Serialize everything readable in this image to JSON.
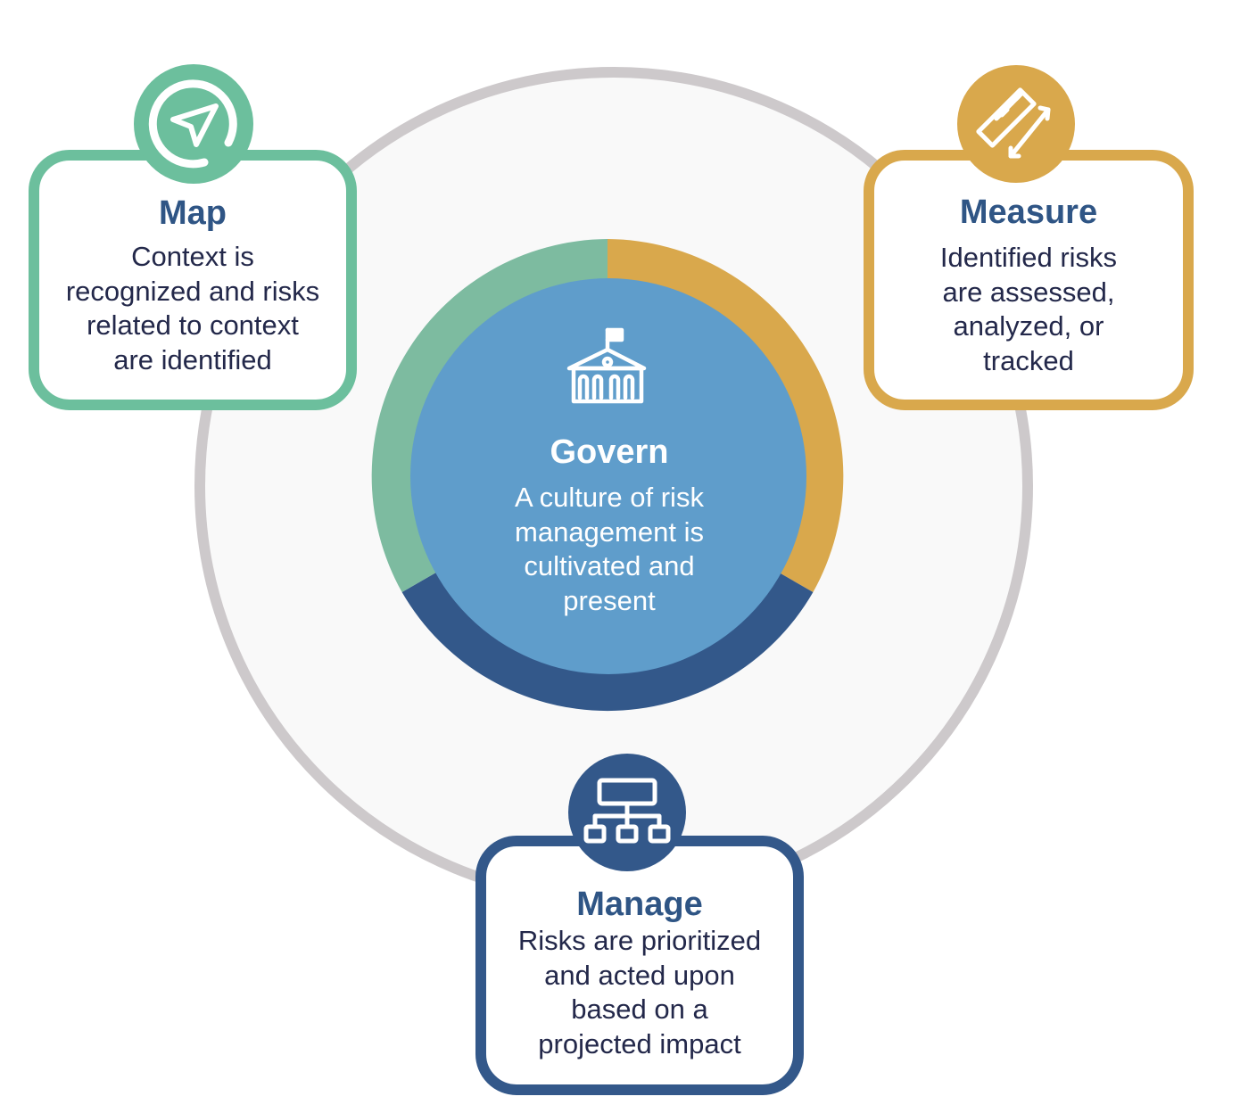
{
  "colors": {
    "map": "#6cbf9d",
    "measure": "#d9a84c",
    "manage": "#33588a",
    "govern": "#5f9dcb",
    "outer_ring": "#cdc9cb",
    "title_text": "#2f5585",
    "body_text": "#23284a"
  },
  "govern": {
    "title": "Govern",
    "lines": [
      "A culture of risk",
      "management is",
      "cultivated and",
      "present"
    ],
    "icon": "building-icon"
  },
  "map": {
    "title": "Map",
    "lines": [
      "Context is",
      "recognized and risks",
      "related to context",
      "are identified"
    ],
    "icon": "navigation-arrow-icon"
  },
  "measure": {
    "title": "Measure",
    "lines": [
      "Identified risks",
      "are assessed,",
      "analyzed, or",
      "tracked"
    ],
    "icon": "ruler-icon"
  },
  "manage": {
    "title": "Manage",
    "lines": [
      "Risks are prioritized",
      "and acted upon",
      "based on a",
      "projected impact"
    ],
    "icon": "hierarchy-icon"
  }
}
